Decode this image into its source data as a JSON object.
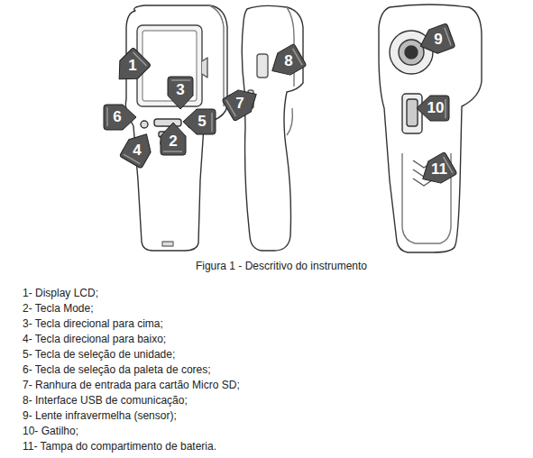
{
  "diagram": {
    "caption": "Figura 1 - Descritivo do instrumento",
    "nodes": [
      {
        "text": [
          "1"
        ]
      },
      {
        "text": [
          "3"
        ]
      },
      {
        "text": [
          "6"
        ]
      },
      {
        "text": [
          "5"
        ]
      },
      {
        "text": [
          "4"
        ]
      },
      {
        "text": [
          "2"
        ]
      },
      {
        "text": [
          "8"
        ]
      },
      {
        "text": [
          "7"
        ]
      },
      {
        "text": [
          "9"
        ]
      },
      {
        "text": [
          "10"
        ]
      },
      {
        "text": [
          "11"
        ]
      }
    ],
    "labels": [
      "1- Display LCD;",
      "2- Tecla Mode;",
      "3- Tecla direcional para cima;",
      "4- Tecla direcional para baixo;",
      "5- Tecla de seleção de unidade;",
      "6- Tecla de seleção da paleta de cores;",
      "7- Ranhura de entrada para cartão Micro SD;",
      "8- Interface USB de comunicação;",
      "9- Lente infravermelha (sensor);",
      "10- Gatilho;",
      "11- Tampa do compartimento de bateria."
    ]
  }
}
